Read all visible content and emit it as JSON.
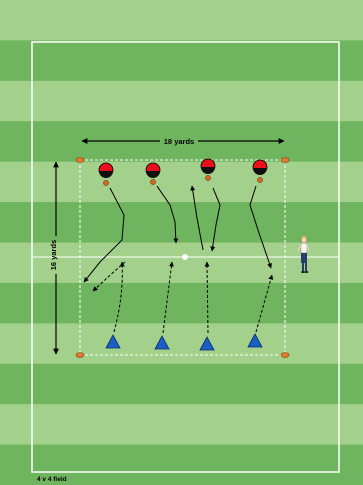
{
  "labels": {
    "width": "18 yards",
    "height": "16 yards",
    "field": "4 v 4 field"
  },
  "colors": {
    "grass_light": "#a3d08a",
    "grass_dark": "#6fb45f",
    "line": "#ffffff",
    "red_player": "#e8101a",
    "blue_cone": "#1a5fc8",
    "orange_marker": "#e07b2c",
    "ball": "#d2691e"
  },
  "counts": {
    "red_players": 4,
    "blue_cones": 4,
    "corner_markers": 4,
    "coaches": 1
  }
}
